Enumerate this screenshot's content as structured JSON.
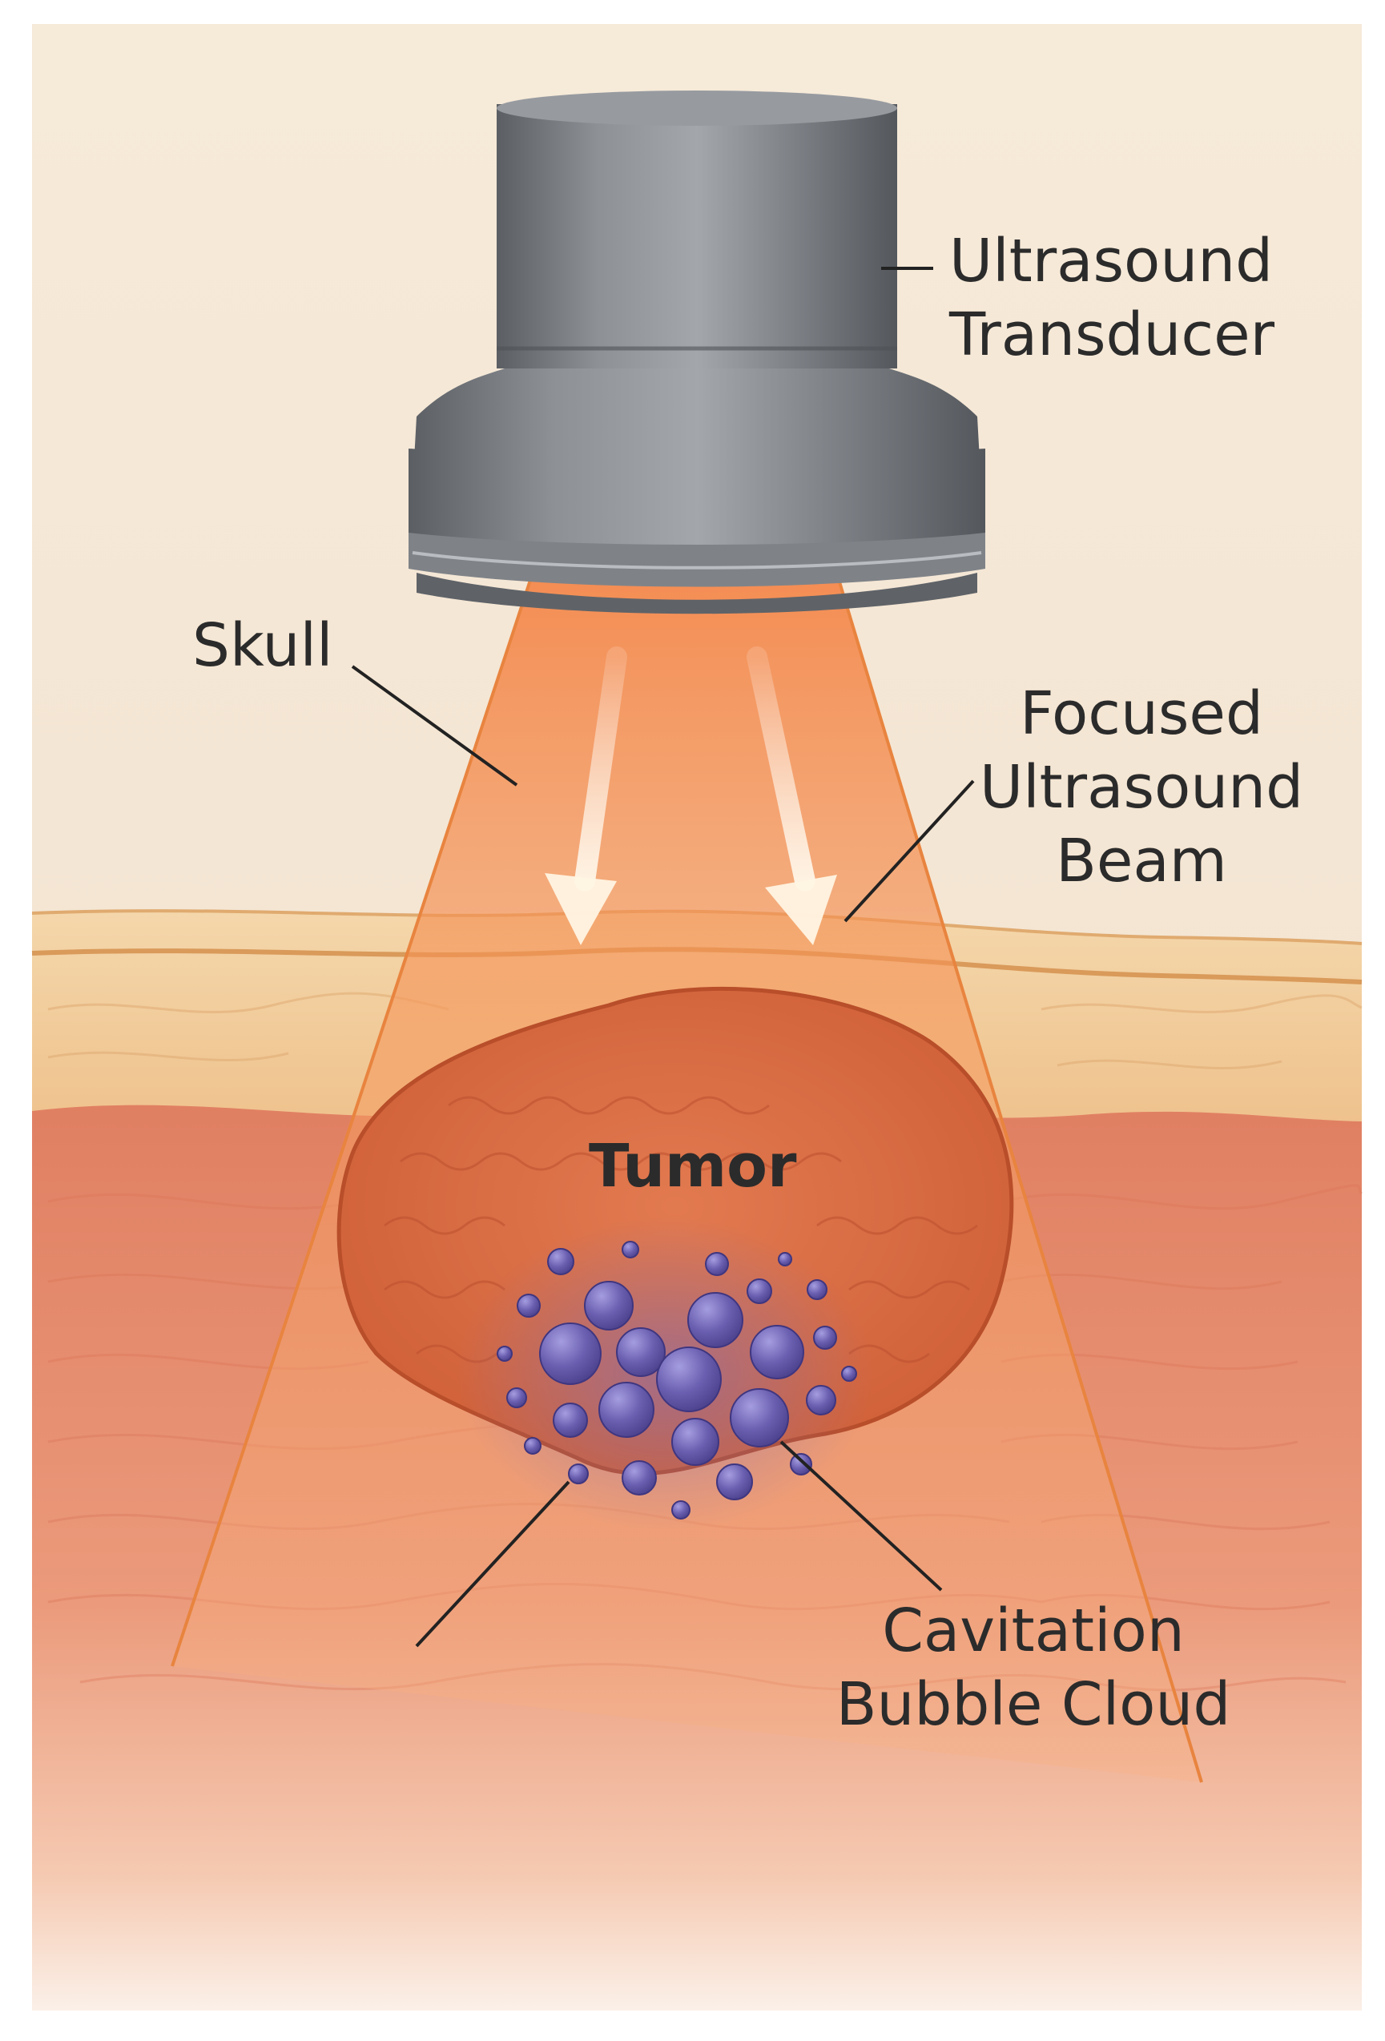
{
  "labels": {
    "transducer": [
      "Ultrasound",
      "Transducer"
    ],
    "skull": "Skull",
    "beam": [
      "Focused",
      "Ultrasound",
      "Beam"
    ],
    "tumor": "Tumor",
    "bubbles": [
      "Cavitation",
      "Bubble Cloud"
    ]
  },
  "colors": {
    "background": "#f5e6d6",
    "transducer_body": "#6f7378",
    "beam": "#f39a5a",
    "skull": "#f2cd9a",
    "brain": "#e38a6c",
    "tumor": "#d9693f",
    "bubbles": "#6a5fb0",
    "leader_lines": "#222222"
  },
  "icons": {
    "beam_arrows": "down-arrow-icon"
  }
}
